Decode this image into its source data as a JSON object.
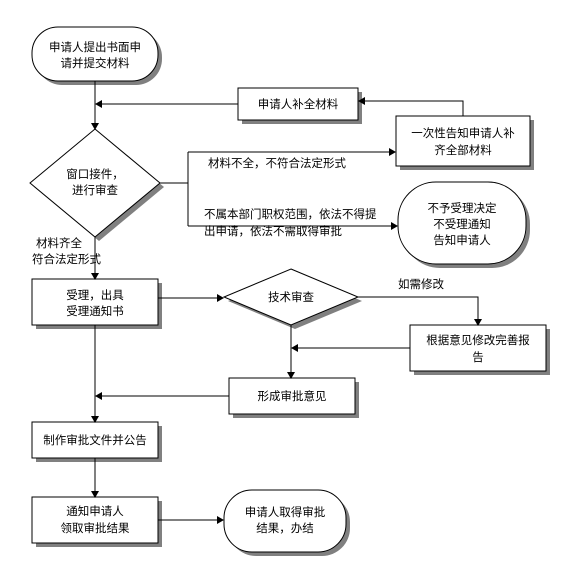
{
  "nodes": {
    "apply": [
      "申请人提出书面申",
      "请并提交材料"
    ],
    "supplement": [
      "申请人补全材料"
    ],
    "notify_once": [
      "一次性告知申请人补",
      "齐全部材料"
    ],
    "window_accept": [
      "窗口接件，",
      "进行审查"
    ],
    "reject": [
      "不予受理决定",
      "不受理通知",
      "告知申请人"
    ],
    "accept": [
      "受理，出具",
      "受理通知书"
    ],
    "tech_review": [
      "技术审查"
    ],
    "revise_report": [
      "根据意见修改完善报",
      "告"
    ],
    "approval_opinion": [
      "形成审批意见"
    ],
    "make_doc": [
      "制作审批文件并公告"
    ],
    "notify_result": [
      "通知申请人",
      "领取审批结果"
    ],
    "finish": [
      "申请人取得审批",
      "结果，办结"
    ]
  },
  "edge_labels": {
    "incomplete": [
      "材料不全，不符合法定形式"
    ],
    "out_of_scope": [
      "不属本部门职权范围，依法不得提",
      "出申请，依法不需取得审批"
    ],
    "complete": [
      "材料齐全",
      "符合法定形式"
    ],
    "needs_revision": [
      "如需修改"
    ]
  }
}
